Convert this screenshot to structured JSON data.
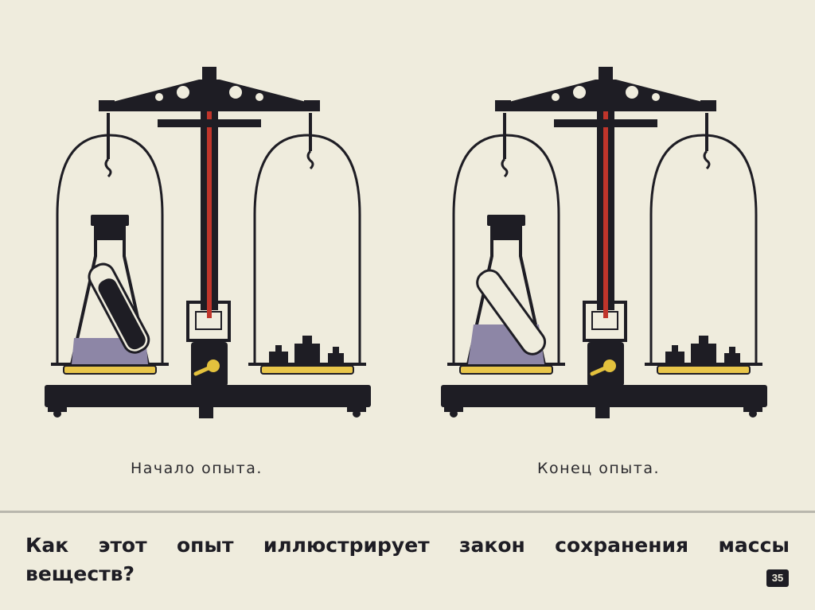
{
  "scene": {
    "left": {
      "caption": "Начало опыта.",
      "tube_state": "upright"
    },
    "right": {
      "caption": "Конец опыта.",
      "tube_state": "tipped"
    }
  },
  "question": "Как этот опыт иллюстрирует закон сохранения массы веществ?",
  "page_number": "35",
  "colors": {
    "background": "#efecdd",
    "metal": "#1e1d24",
    "pointer": "#c0352b",
    "liquid": "#8d86a6",
    "pan": "#e9c64a",
    "knob": "#e3c13d"
  }
}
